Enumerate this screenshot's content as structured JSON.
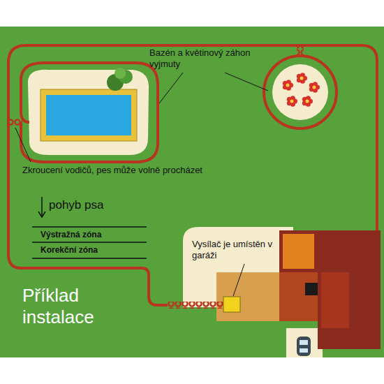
{
  "diagram": {
    "labels": [
      "Bazén a květinový záhon vyjmuty",
      "Zkroucení vodičů, pes může volně procházet",
      "pohyb psa",
      "Výstražná zóna",
      "Korekční zóna",
      "Vysílač je umístěn v garáži",
      "Příklad instalace"
    ]
  }
}
